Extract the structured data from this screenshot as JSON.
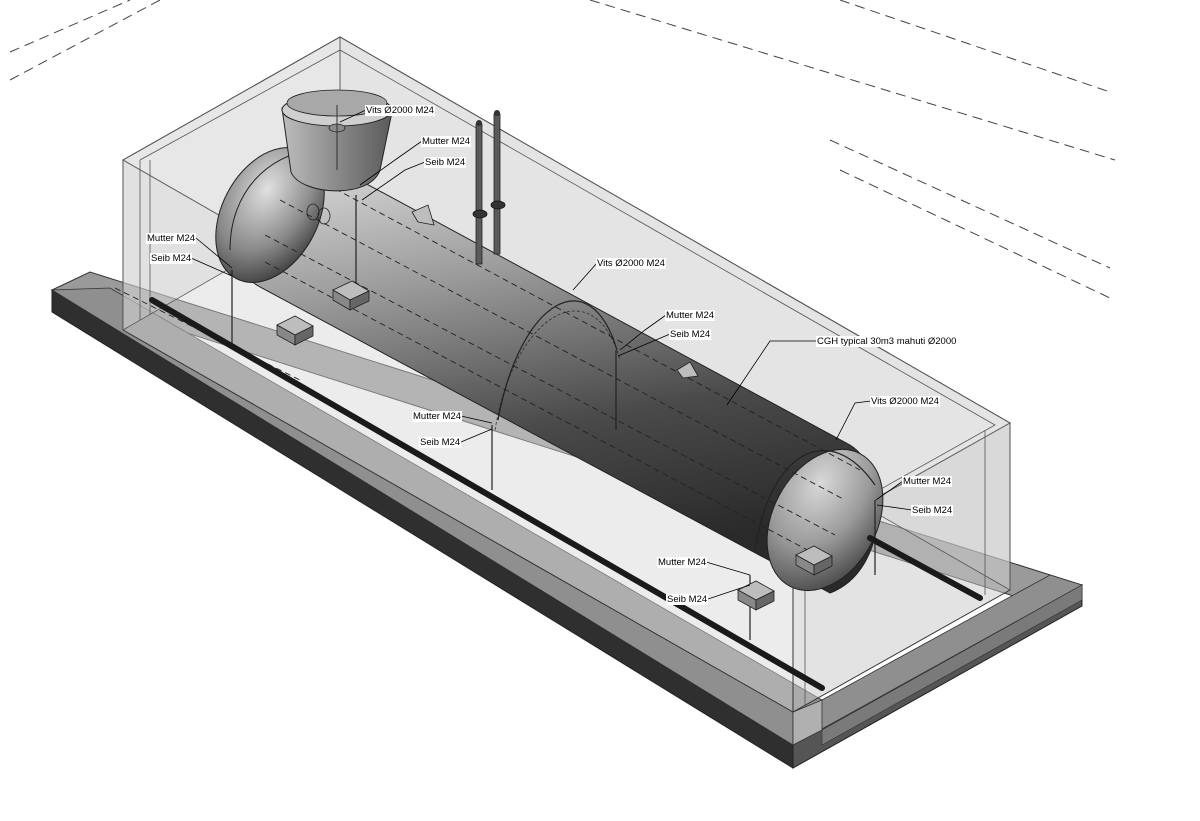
{
  "view": {
    "background": "#ffffff",
    "slab_top_color": "#8e8e8e",
    "slab_front_color": "#2f2f2f",
    "slab_side_color": "#5a5a5a",
    "box_glass_color": "#d6d6d6",
    "tank_color": "#6a6a6a"
  },
  "annotations": [
    {
      "id": "vits-top",
      "text": "Vits Ø2000 M24"
    },
    {
      "id": "mutter-top",
      "text": "Mutter M24"
    },
    {
      "id": "seib-top",
      "text": "Seib M24"
    },
    {
      "id": "mutter-left",
      "text": "Mutter M24"
    },
    {
      "id": "seib-left",
      "text": "Seib M24"
    },
    {
      "id": "vits-mid",
      "text": "Vits Ø2000 M24"
    },
    {
      "id": "mutter-mid",
      "text": "Mutter M24"
    },
    {
      "id": "seib-mid",
      "text": "Seib M24"
    },
    {
      "id": "tank",
      "text": "CGH typical 30m3 mahuti Ø2000"
    },
    {
      "id": "mutter-front",
      "text": "Mutter M24"
    },
    {
      "id": "seib-front",
      "text": "Seib M24"
    },
    {
      "id": "vits-right",
      "text": "Vits Ø2000 M24"
    },
    {
      "id": "mutter-right",
      "text": "Mutter M24"
    },
    {
      "id": "seib-right",
      "text": "Seib M24"
    },
    {
      "id": "mutter-bottom",
      "text": "Mutter M24"
    },
    {
      "id": "seib-bottom",
      "text": "Seib M24"
    }
  ]
}
